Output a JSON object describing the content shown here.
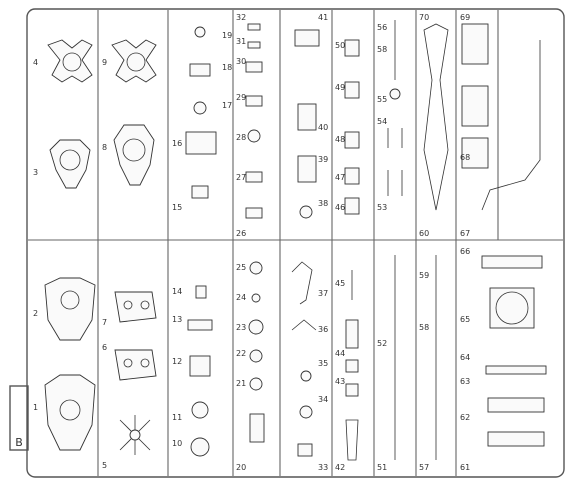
{
  "sprue": {
    "letter": "B",
    "cells": [
      {
        "n": "1"
      },
      {
        "n": "2"
      },
      {
        "n": "3"
      },
      {
        "n": "4"
      },
      {
        "n": "5"
      },
      {
        "n": "6"
      },
      {
        "n": "7"
      },
      {
        "n": "8"
      },
      {
        "n": "9"
      },
      {
        "n": "10"
      },
      {
        "n": "11"
      },
      {
        "n": "12"
      },
      {
        "n": "13"
      },
      {
        "n": "14"
      },
      {
        "n": "15"
      },
      {
        "n": "16"
      },
      {
        "n": "17"
      },
      {
        "n": "18"
      },
      {
        "n": "19"
      },
      {
        "n": "20"
      },
      {
        "n": "21"
      },
      {
        "n": "22"
      },
      {
        "n": "23"
      },
      {
        "n": "24"
      },
      {
        "n": "25"
      },
      {
        "n": "26"
      },
      {
        "n": "27"
      },
      {
        "n": "28"
      },
      {
        "n": "29"
      },
      {
        "n": "30"
      },
      {
        "n": "31"
      },
      {
        "n": "32"
      },
      {
        "n": "33"
      },
      {
        "n": "34"
      },
      {
        "n": "35"
      },
      {
        "n": "36"
      },
      {
        "n": "37"
      },
      {
        "n": "38"
      },
      {
        "n": "39"
      },
      {
        "n": "40"
      },
      {
        "n": "41"
      },
      {
        "n": "42"
      },
      {
        "n": "43"
      },
      {
        "n": "44"
      },
      {
        "n": "45"
      },
      {
        "n": "46"
      },
      {
        "n": "47"
      },
      {
        "n": "48"
      },
      {
        "n": "49"
      },
      {
        "n": "50"
      },
      {
        "n": "51"
      },
      {
        "n": "52"
      },
      {
        "n": "53"
      },
      {
        "n": "54"
      },
      {
        "n": "55"
      },
      {
        "n": "56"
      },
      {
        "n": "57"
      },
      {
        "n": "58"
      },
      {
        "n": "59"
      },
      {
        "n": "60"
      },
      {
        "n": "61"
      },
      {
        "n": "62"
      },
      {
        "n": "63"
      },
      {
        "n": "64"
      },
      {
        "n": "65"
      },
      {
        "n": "66"
      },
      {
        "n": "67"
      },
      {
        "n": "68"
      },
      {
        "n": "69"
      },
      {
        "n": "70"
      }
    ]
  }
}
